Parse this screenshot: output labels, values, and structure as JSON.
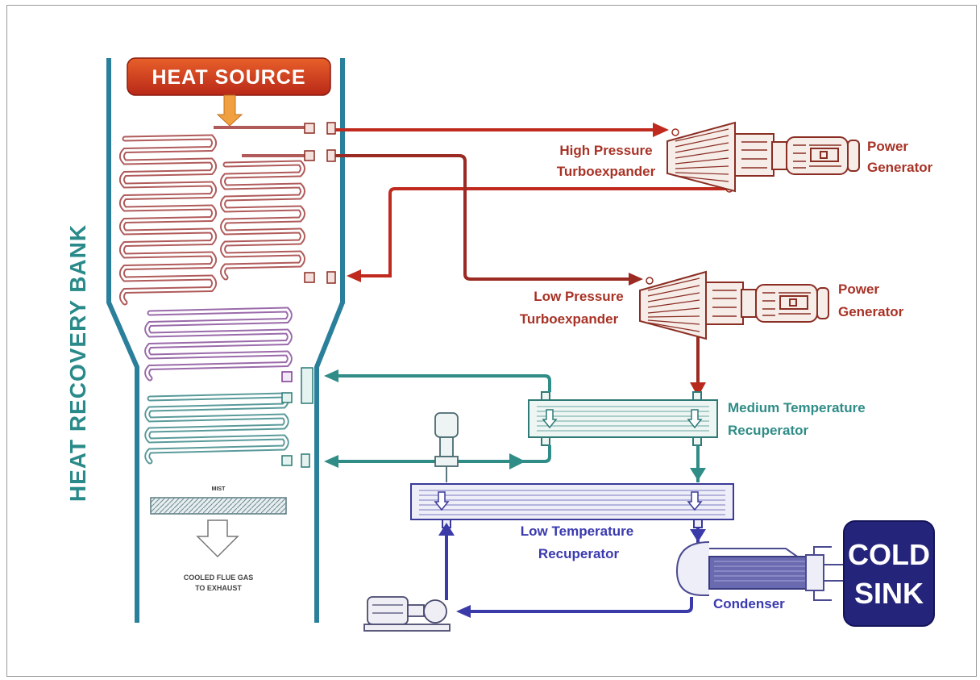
{
  "diagram": {
    "heat_source": "HEAT SOURCE",
    "heat_recovery_bank": "HEAT RECOVERY BANK",
    "mist_label": "MIST",
    "exhaust_line1": "COOLED FLUE GAS",
    "exhaust_line2": "TO EXHAUST",
    "hp_turbo_line1": "High Pressure",
    "hp_turbo_line2": "Turboexpander",
    "hp_gen_line1": "Power",
    "hp_gen_line2": "Generator",
    "lp_turbo_line1": "Low Pressure",
    "lp_turbo_line2": "Turboexpander",
    "lp_gen_line1": "Power",
    "lp_gen_line2": "Generator",
    "mtr_line1": "Medium Temperature",
    "mtr_line2": "Recuperator",
    "ltr_line1": "Low Temperature",
    "ltr_line2": "Recuperator",
    "condenser": "Condenser",
    "cold_sink_line1": "COLD",
    "cold_sink_line2": "SINK"
  },
  "colors": {
    "hot": "#b8281c",
    "warm": "#9a3a2a",
    "teal": "#2f8c86",
    "wall": "#2a7f9a",
    "blue": "#3a3aa8",
    "navy": "#24247a",
    "purple": "#8a4aa0"
  }
}
